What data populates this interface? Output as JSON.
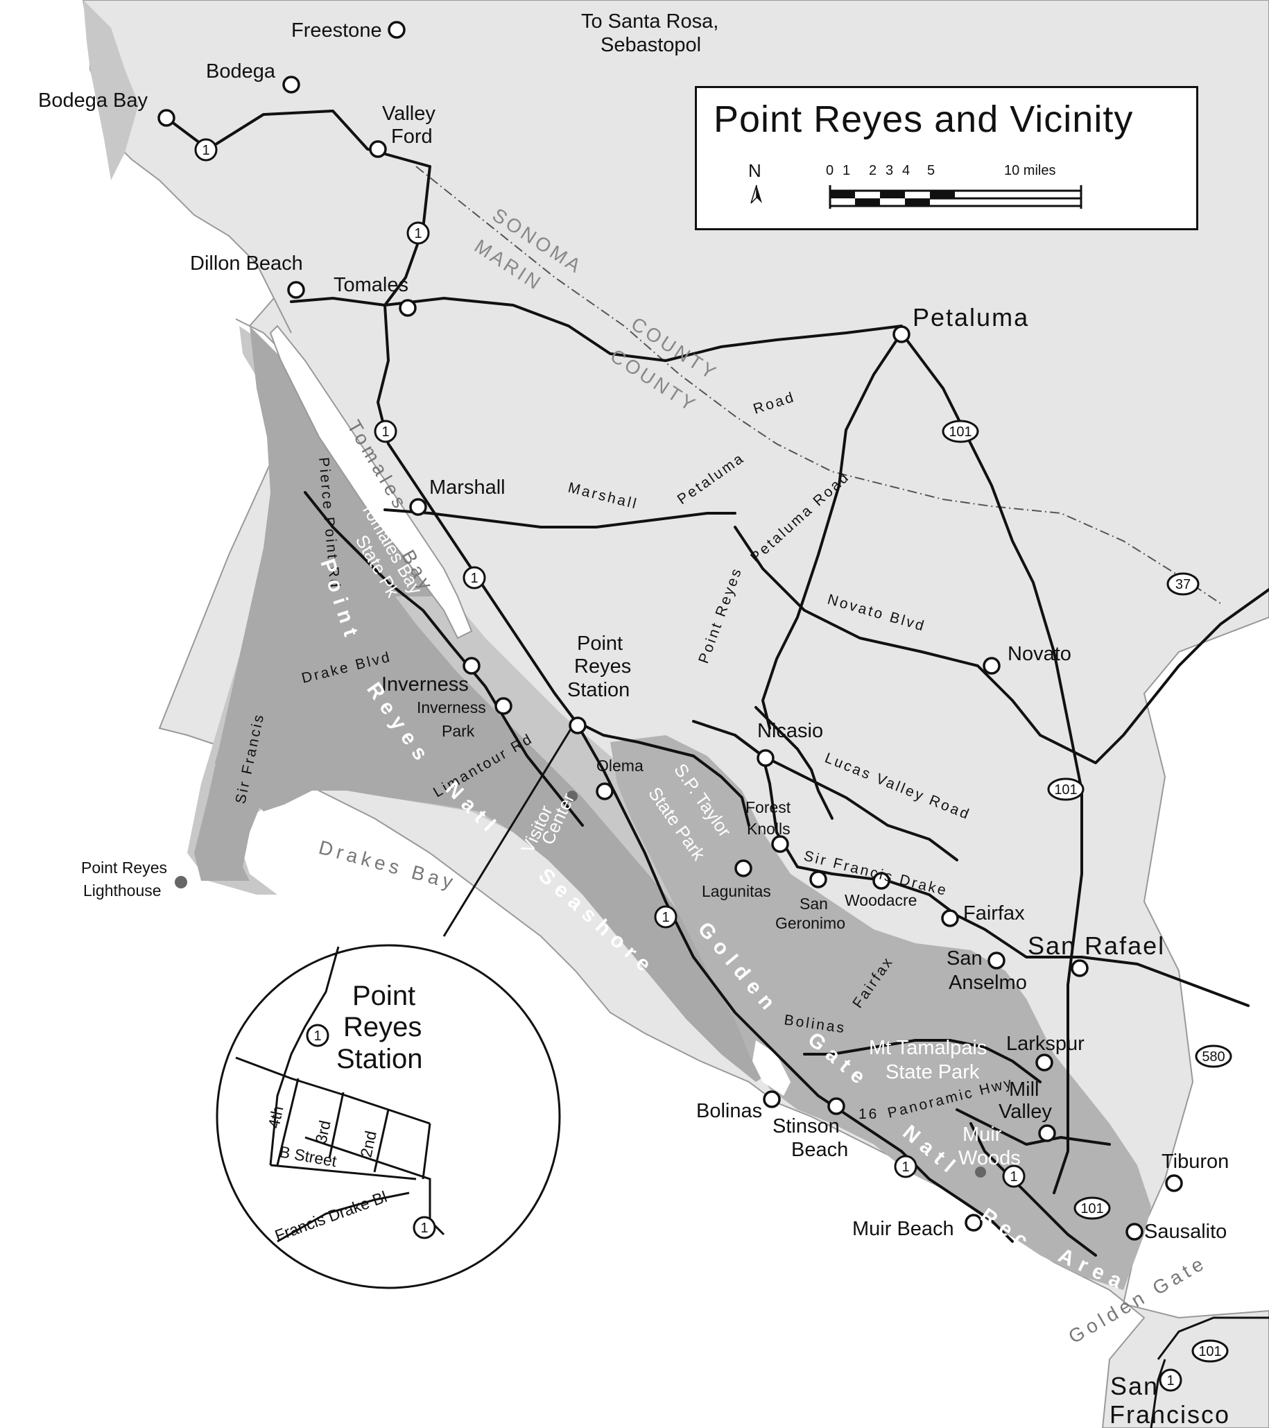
{
  "title": "Point Reyes and Vicinity",
  "legend": {
    "north_label": "N",
    "scale_ticks": [
      "0",
      "1",
      "2",
      "3",
      "4",
      "5",
      "10 miles"
    ]
  },
  "towns": {
    "freestone": "Freestone",
    "bodega": "Bodega",
    "bodega_bay": "Bodega Bay",
    "valley_ford_1": "Valley",
    "valley_ford_2": "Ford",
    "dillon_beach": "Dillon Beach",
    "tomales": "Tomales",
    "petaluma": "Petaluma",
    "marshall": "Marshall",
    "prs_1": "Point",
    "prs_2": "Reyes",
    "prs_3": "Station",
    "inverness": "Inverness",
    "inverness_park_1": "Inverness",
    "inverness_park_2": "Park",
    "novato": "Novato",
    "nicasio": "Nicasio",
    "olema": "Olema",
    "forest_knolls_1": "Forest",
    "forest_knolls_2": "Knolls",
    "lagunitas": "Lagunitas",
    "san_geronimo_1": "San",
    "san_geronimo_2": "Geronimo",
    "woodacre": "Woodacre",
    "fairfax": "Fairfax",
    "san_rafael": "San Rafael",
    "san_anselmo_1": "San",
    "san_anselmo_2": "Anselmo",
    "larkspur": "Larkspur",
    "mill_valley_1": "Mill",
    "mill_valley_2": "Valley",
    "bolinas": "Bolinas",
    "stinson_1": "Stinson",
    "stinson_2": "Beach",
    "muir_beach": "Muir Beach",
    "tiburon": "Tiburon",
    "sausalito": "Sausalito",
    "sf_1": "San",
    "sf_2": "Francisco",
    "lighthouse_1": "Point Reyes",
    "lighthouse_2": "Lighthouse",
    "to_santa_rosa_1": "To Santa Rosa,",
    "to_santa_rosa_2": "Sebastopol"
  },
  "roads": {
    "road": "Road",
    "petaluma": "Petaluma",
    "marshall": "Marshall",
    "petaluma_road": "Petaluma Road",
    "point_reyes": "Point Reyes",
    "novato_blvd": "Novato Blvd",
    "lucas_valley": "Lucas Valley Road",
    "sir_francis_drake": "Sir Francis Drake",
    "sir_francis": "Sir Francis",
    "drake_blvd": "Drake Blvd",
    "pierce_point": "Pierce Point Rd",
    "limantour": "Limantour Rd",
    "bolinas": "Bolinas",
    "fairfax": "Fairfax",
    "panoramic": "Panoramic Hwy",
    "sixteen": "16"
  },
  "shields": {
    "hwy1": "1",
    "hwy101": "101",
    "hwy37": "37",
    "hwy580": "580"
  },
  "areas": {
    "sonoma": "SONOMA",
    "marin": "MARIN",
    "county": "COUNTY",
    "tomales_bay_1": "Tomales",
    "tomales_bay_2": "Bay",
    "tomales_bay_sp_1": "Tomales Bay",
    "tomales_bay_sp_2": "State Pk",
    "point": "Point",
    "reyes": "Reyes",
    "natl": "Natl",
    "seashore": "Seashore",
    "drakes_bay": "Drakes Bay",
    "visitor": "Visitor",
    "center": "Center",
    "sp_taylor_1": "S.P. Taylor",
    "sp_taylor_2": "State Park",
    "golden": "Golden",
    "gate": "Gate",
    "rec": "Rec",
    "area": "Area",
    "mt_tam_1": "Mt Tamalpais",
    "mt_tam_2": "State Park",
    "muir_woods_1": "Muir",
    "muir_woods_2": "Woods",
    "golden_gate_water": "Golden Gate"
  },
  "inset": {
    "title_1": "Point",
    "title_2": "Reyes",
    "title_3": "Station",
    "st_4th": "4th",
    "st_3rd": "3rd",
    "st_2nd": "2nd",
    "b_street": "B Street",
    "francis_drake": "Francis Drake Bl",
    "shield": "1"
  },
  "colors": {
    "land": "#e6e6e6",
    "ocean": "#ffffff",
    "park": "#b3b3b3",
    "park_dark": "#a6a6a6",
    "road": "#111111"
  }
}
